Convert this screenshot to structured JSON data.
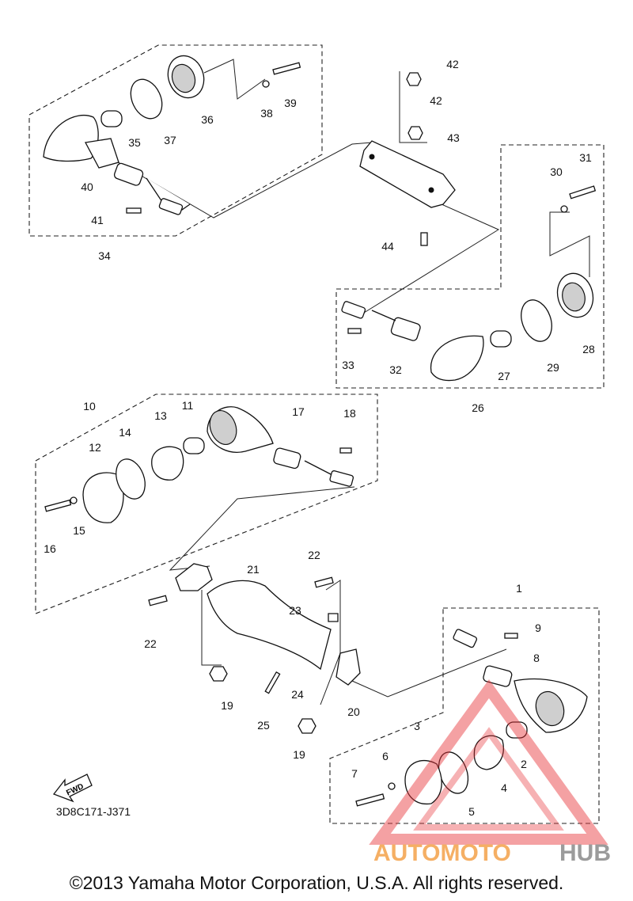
{
  "diagram": {
    "callouts": [
      "1",
      "2",
      "3",
      "4",
      "5",
      "6",
      "7",
      "8",
      "9",
      "10",
      "11",
      "12",
      "13",
      "14",
      "15",
      "16",
      "17",
      "18",
      "19",
      "19",
      "20",
      "21",
      "22",
      "22",
      "23",
      "24",
      "25",
      "26",
      "27",
      "28",
      "29",
      "30",
      "31",
      "32",
      "33",
      "34",
      "35",
      "36",
      "37",
      "38",
      "39",
      "40",
      "41",
      "42",
      "42",
      "43",
      "44"
    ],
    "drawing_code": "3D8C171-J371",
    "fwd_label": "FWD"
  },
  "watermark": {
    "part1": "AUTOMOTO",
    "part2": "HUB",
    "color1": "#f4a24a",
    "color2": "#8a8a8a",
    "triangle_color": "#e8353a"
  },
  "footer": {
    "copyright": "©2013 Yamaha Motor Corporation, U.S.A. All rights reserved."
  }
}
